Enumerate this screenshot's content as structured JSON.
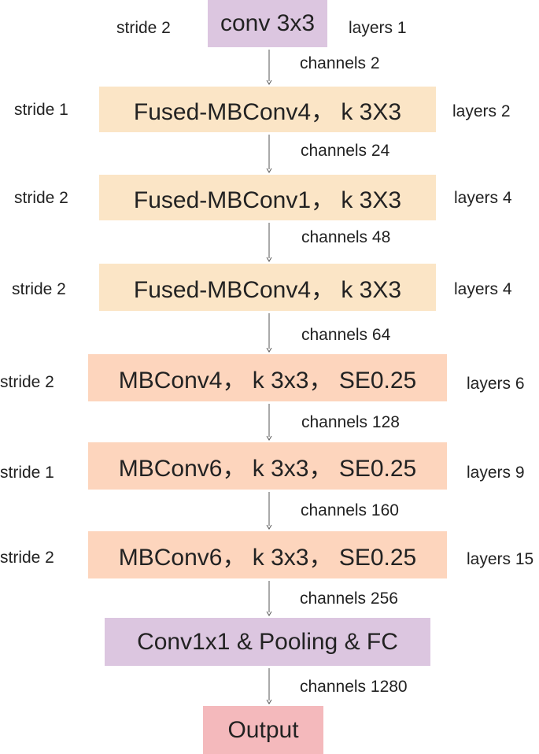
{
  "colors": {
    "purple": "#dcc6e0",
    "yellow": "#fbe5c6",
    "orange": "#fdd5bd",
    "pink": "#f4b9bc",
    "arrow": "#555555"
  },
  "blocks": [
    {
      "label": "conv 3x3",
      "color": "purple",
      "stride": "stride 2",
      "layers": "layers 1",
      "channels": "channels 2"
    },
    {
      "label": "Fused-MBConv4， k 3X3",
      "color": "yellow",
      "stride": "stride 1",
      "layers": "layers 2",
      "channels": "channels 24"
    },
    {
      "label": "Fused-MBConv1， k 3X3",
      "color": "yellow",
      "stride": "stride 2",
      "layers": "layers 4",
      "channels": "channels 48"
    },
    {
      "label": "Fused-MBConv4， k 3X3",
      "color": "yellow",
      "stride": "stride 2",
      "layers": "layers 4",
      "channels": "channels 64"
    },
    {
      "label": "MBConv4， k 3x3， SE0.25",
      "color": "orange",
      "stride": "stride 2",
      "layers": "layers 6",
      "channels": "channels 128"
    },
    {
      "label": "MBConv6， k 3x3， SE0.25",
      "color": "orange",
      "stride": "stride 1",
      "layers": "layers 9",
      "channels": "channels 160"
    },
    {
      "label": "MBConv6， k 3x3， SE0.25",
      "color": "orange",
      "stride": "stride 2",
      "layers": "layers 15",
      "channels": "channels 256"
    },
    {
      "label": "Conv1x1 & Pooling & FC",
      "color": "purple",
      "stride": "",
      "layers": "",
      "channels": "channels 1280"
    },
    {
      "label": "Output",
      "color": "pink",
      "stride": "",
      "layers": "",
      "channels": ""
    }
  ]
}
